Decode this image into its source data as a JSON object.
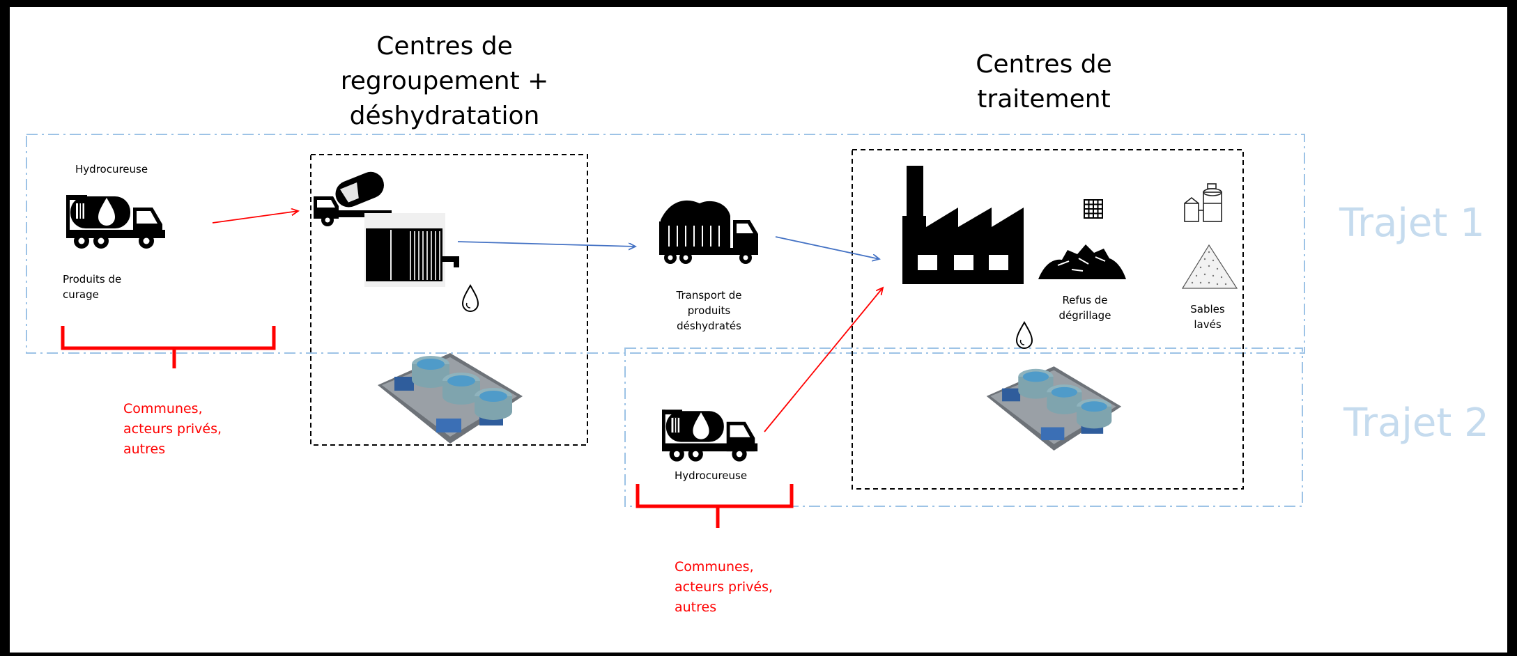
{
  "headings": {
    "regroupement": "Centres de regroupement + déshydratation",
    "traitement": "Centres de traitement"
  },
  "labels": {
    "hydrocureuse_top": "Hydrocureuse",
    "produits_curage": "Produits de curage",
    "transport": "Transport de produits déshydratés",
    "refus": "Refus de dégrillage",
    "sables": "Sables lavés",
    "hydrocureuse_bottom": "Hydrocureuse"
  },
  "actors": {
    "group1": "Communes, acteurs privés, autres",
    "group2": "Communes, acteurs privés, autres"
  },
  "routes": {
    "trajet1": "Trajet 1",
    "trajet2": "Trajet 2"
  },
  "colors": {
    "arrow_red": "#ff0000",
    "arrow_blue": "#4472c4",
    "route_outline": "#9dc3e6",
    "route_label": "#c5dbee",
    "water_tank_blue": "#5b9bd5"
  },
  "icons": [
    "tanker-truck-icon",
    "concrete-mixer-truck-icon",
    "container-icon",
    "water-drop-icon",
    "dump-truck-icon",
    "factory-icon",
    "grid-icon",
    "debris-pile-icon",
    "sand-pile-icon",
    "treatment-plant-icon",
    "water-treatment-plant-icon"
  ]
}
